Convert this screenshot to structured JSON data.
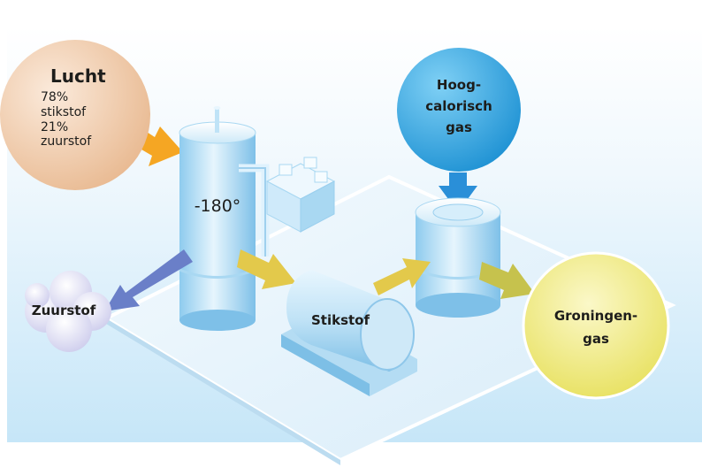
{
  "air": {
    "title": "Lucht",
    "lines": [
      "78%",
      "stikstof",
      "21%",
      "zuurstof"
    ]
  },
  "column": {
    "temperature": "-180°"
  },
  "oxygen": {
    "label": "Zuurstof"
  },
  "nitrogen_tank": {
    "label": "Stikstof"
  },
  "high_cal_gas": {
    "lines": [
      "Hoog-",
      "calorisch",
      "gas"
    ]
  },
  "groningen_gas": {
    "lines": [
      "Groningen-",
      "gas"
    ]
  },
  "colors": {
    "air_bubble": "#f2cfae",
    "high_cal_bubble": "#2fa8e4",
    "groningen_bubble": "#f4ef8e",
    "orange_arrow": "#f5a623",
    "blue_arrow": "#2a8fd8",
    "purple_arrow": "#6a7fc8",
    "yellow_arrow": "#e3c94b",
    "olive_arrow": "#c6c24d",
    "equipment": "#bfe3f7"
  }
}
